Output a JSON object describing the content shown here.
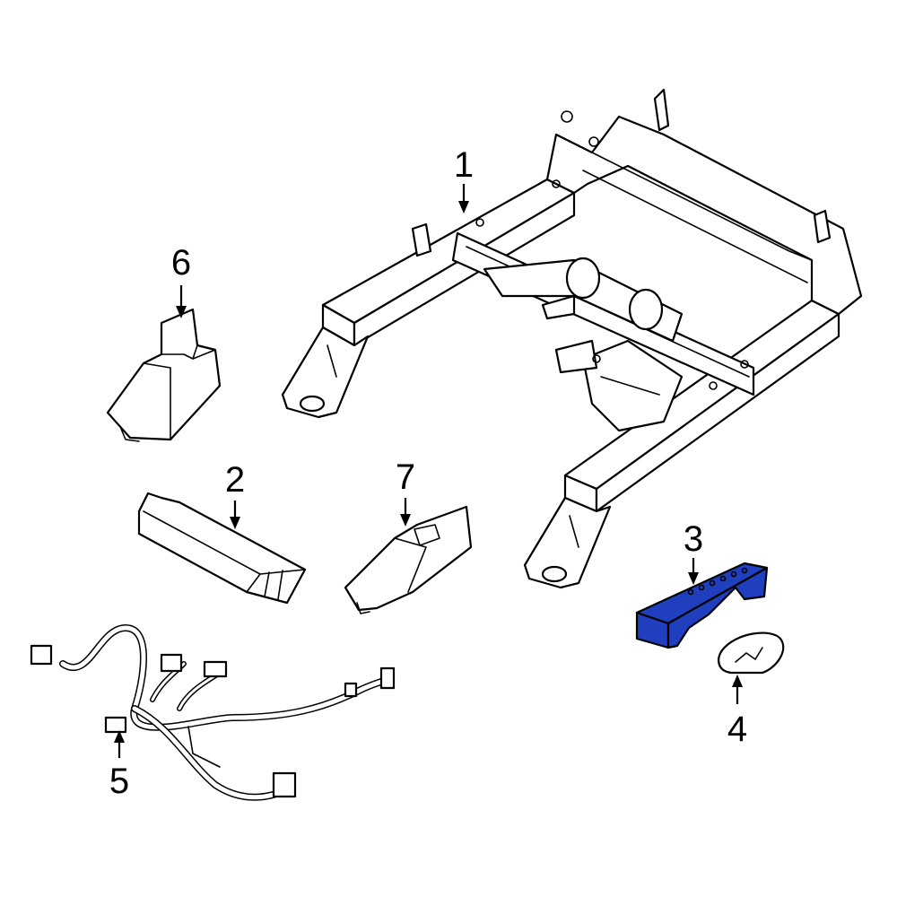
{
  "callouts": [
    {
      "id": "1",
      "label": "1",
      "part": "seat-frame"
    },
    {
      "id": "2",
      "label": "2",
      "part": "side-cover"
    },
    {
      "id": "3",
      "label": "3",
      "part": "track-bracket",
      "highlighted": true
    },
    {
      "id": "4",
      "label": "4",
      "part": "end-cap"
    },
    {
      "id": "5",
      "label": "5",
      "part": "wiring-harness"
    },
    {
      "id": "6",
      "label": "6",
      "part": "front-cover"
    },
    {
      "id": "7",
      "label": "7",
      "part": "trim-cover"
    }
  ],
  "colors": {
    "highlight": "#1f3fbf",
    "line": "#000000",
    "background": "#ffffff"
  }
}
